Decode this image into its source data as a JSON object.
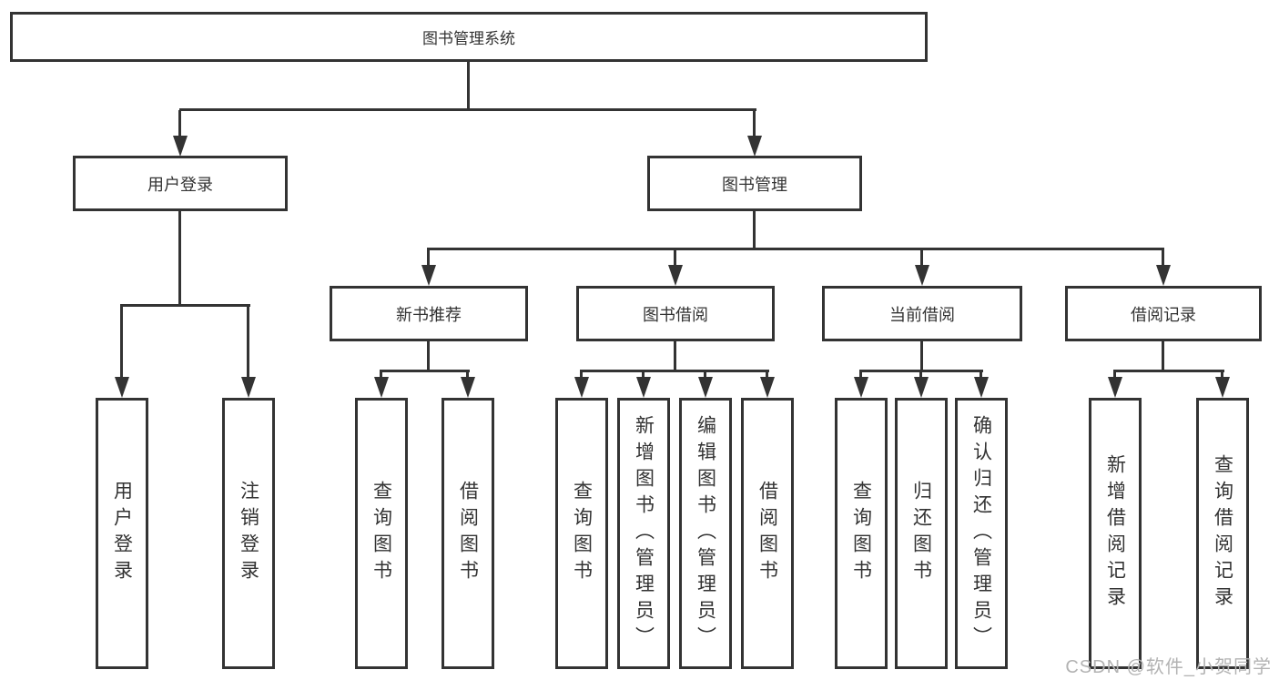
{
  "diagram": {
    "root": {
      "label": "图书管理系统"
    },
    "children": [
      {
        "label": "用户登录",
        "children": [
          {
            "label": "用户登录"
          },
          {
            "label": "注销登录"
          }
        ]
      },
      {
        "label": "图书管理",
        "children": [
          {
            "label": "新书推荐",
            "children": [
              {
                "label": "查询图书"
              },
              {
                "label": "借阅图书"
              }
            ]
          },
          {
            "label": "图书借阅",
            "children": [
              {
                "label": "查询图书"
              },
              {
                "label": "新增图书（管理员）"
              },
              {
                "label": "编辑图书（管理员）"
              },
              {
                "label": "借阅图书"
              }
            ]
          },
          {
            "label": "当前借阅",
            "children": [
              {
                "label": "查询图书"
              },
              {
                "label": "归还图书"
              },
              {
                "label": "确认归还（管理员）"
              }
            ]
          },
          {
            "label": "借阅记录",
            "children": [
              {
                "label": "新增借阅记录"
              },
              {
                "label": "查询借阅记录"
              }
            ]
          }
        ]
      }
    ]
  },
  "watermark": {
    "text": "CSDN @软件_小贺同学"
  },
  "colors": {
    "line": "#333333",
    "box_border": "#333333",
    "text": "#333333",
    "watermark": "#b3b3b3",
    "background": "#ffffff"
  }
}
